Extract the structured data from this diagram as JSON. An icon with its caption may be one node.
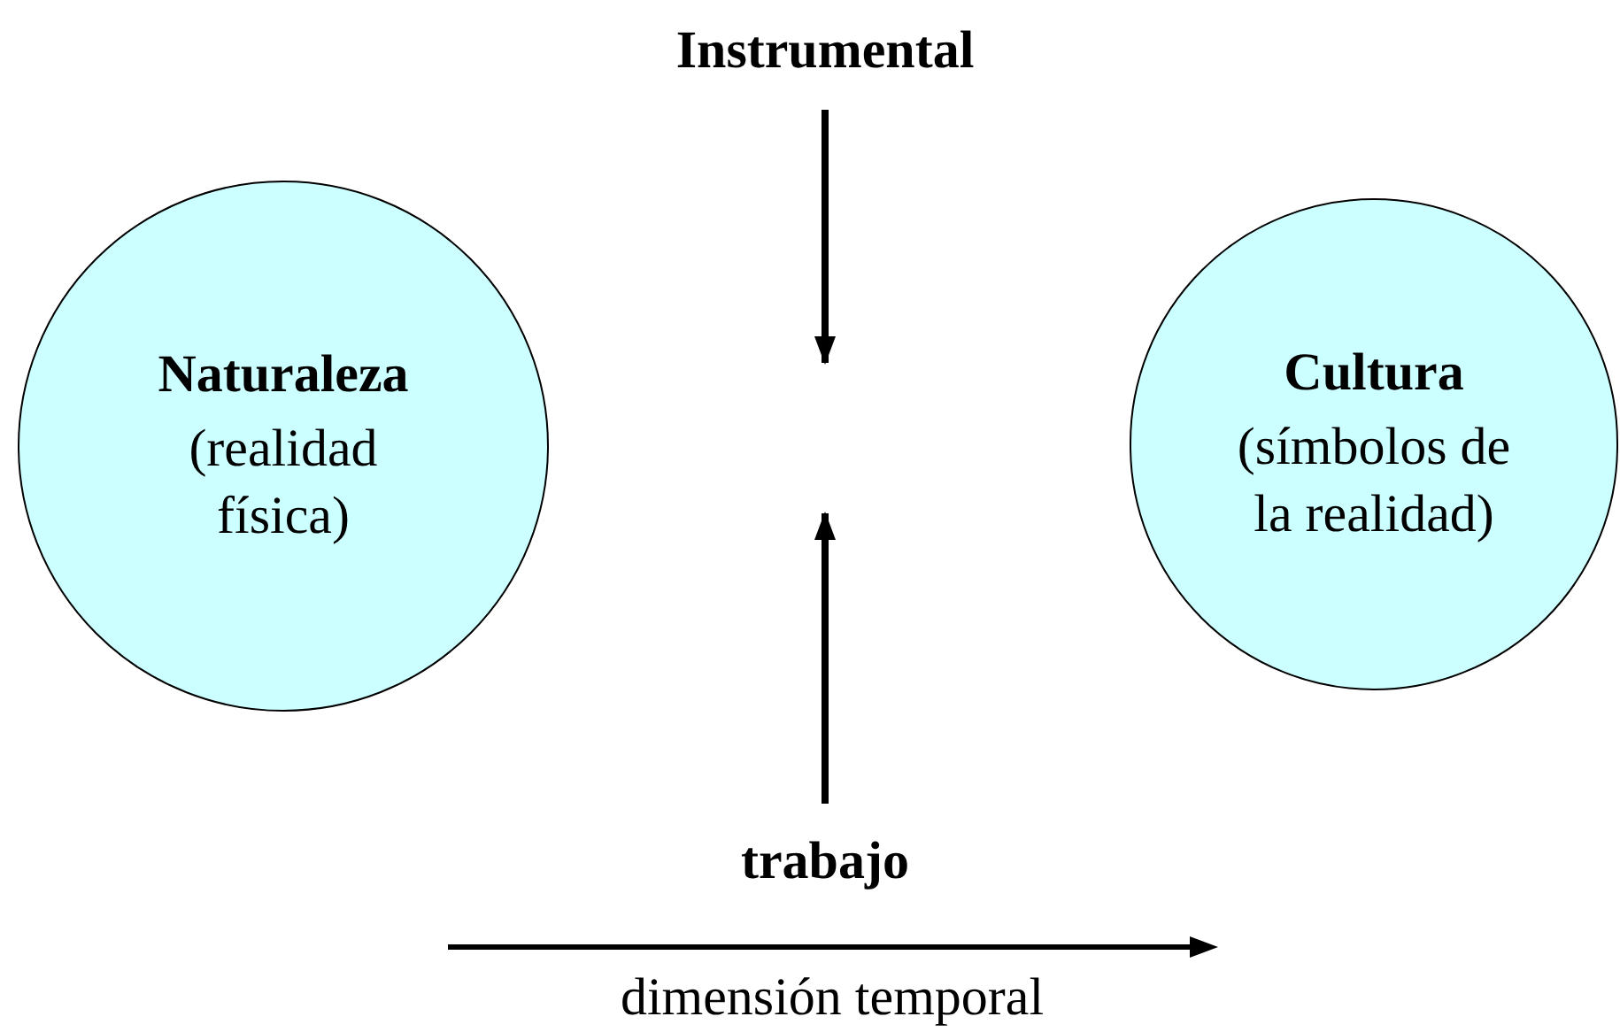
{
  "diagram": {
    "nodes": [
      {
        "text": [
          "Naturaleza",
          "(realidad física)"
        ]
      },
      {
        "text": [
          "Cultura",
          "(símbolos de la realidad)"
        ]
      },
      {
        "text": [
          "Instrumental"
        ]
      },
      {
        "text": [
          "trabajo"
        ]
      }
    ],
    "edges": [
      {
        "from": 2,
        "to": null,
        "arrow": "to"
      },
      {
        "from": 3,
        "to": null,
        "arrow": "to"
      }
    ],
    "labels": [
      "dimensión temporal"
    ]
  }
}
